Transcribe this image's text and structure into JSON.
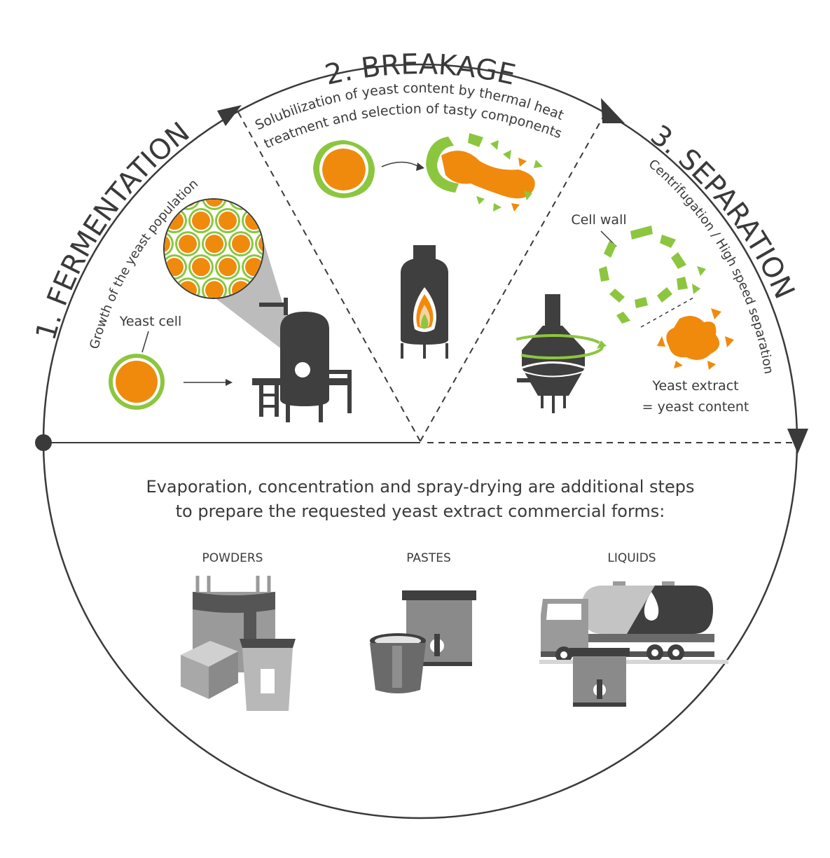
{
  "colors": {
    "orange": "#f08a0c",
    "green": "#8cc63f",
    "dark": "#3f3f3f",
    "mid": "#8a8a8a",
    "light": "#c4c4c4"
  },
  "stages": {
    "fermentation": {
      "title": "1. FERMENTATION",
      "description": "Growth of the yeast population",
      "cell_label": "Yeast cell"
    },
    "breakage": {
      "title": "2. BREAKAGE",
      "description_line1": "Solubilization of yeast content by thermal heat",
      "description_line2": "treatment and selection of tasty components"
    },
    "separation": {
      "title": "3. SEPARATION",
      "description": "Centrifugation / High speed separation",
      "cell_wall_label": "Cell wall",
      "extract_line1": "Yeast extract",
      "extract_line2": "= yeast content"
    }
  },
  "bottom": {
    "line1": "Evaporation, concentration and spray-drying are additional steps",
    "line2": "to prepare the requested yeast extract commercial forms:",
    "forms": {
      "powders": "POWDERS",
      "pastes": "PASTES",
      "liquids": "LIQUIDS"
    }
  },
  "icons": {
    "fermenter": "fermenter-tank-icon",
    "heater": "heat-treatment-tank-icon",
    "centrifuge": "centrifuge-icon",
    "big_bag": "big-bag-icon",
    "box": "cardboard-box-icon",
    "sack": "sack-icon",
    "bucket": "bucket-icon",
    "drum": "drum-icon",
    "tanker": "tanker-truck-icon"
  }
}
